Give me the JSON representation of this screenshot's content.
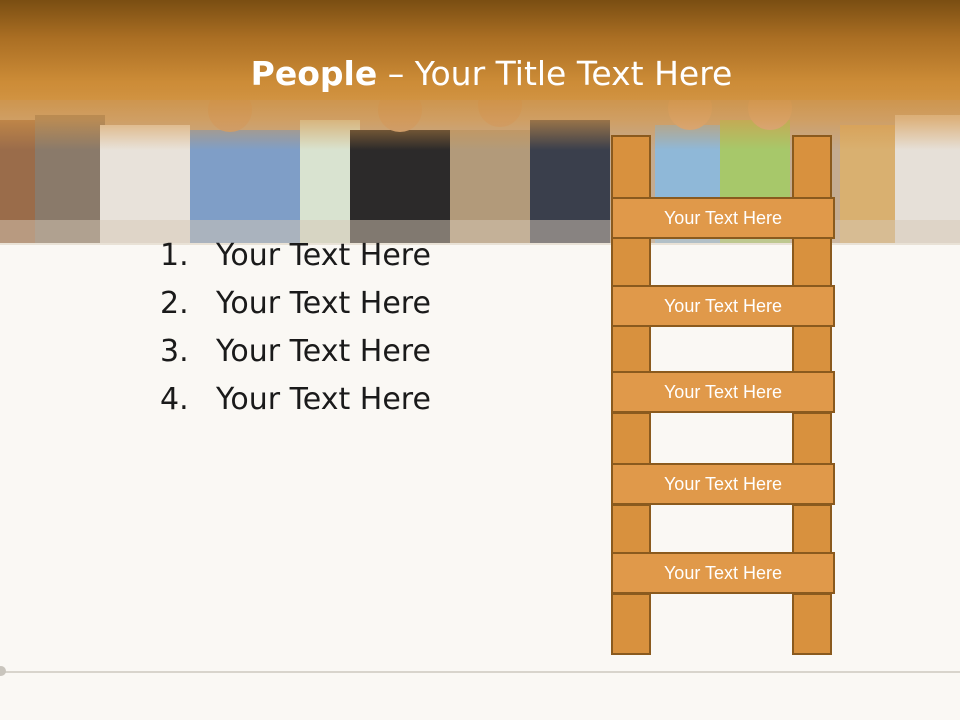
{
  "slide": {
    "title_bold": "People",
    "title_rest": " – Your Title Text Here"
  },
  "list": {
    "items": [
      {
        "num": "1.",
        "text": "Your Text Here"
      },
      {
        "num": "2.",
        "text": "Your Text Here"
      },
      {
        "num": "3.",
        "text": "Your Text Here"
      },
      {
        "num": "4.",
        "text": "Your Text Here"
      }
    ]
  },
  "ladder": {
    "rungs": [
      "Your Text Here",
      "Your Text Here",
      "Your Text Here",
      "Your Text Here",
      "Your Text Here"
    ]
  },
  "colors": {
    "header_brown": "#9c6a24",
    "ladder_orange": "#e0994a",
    "ladder_outline": "#8a5a1e"
  }
}
